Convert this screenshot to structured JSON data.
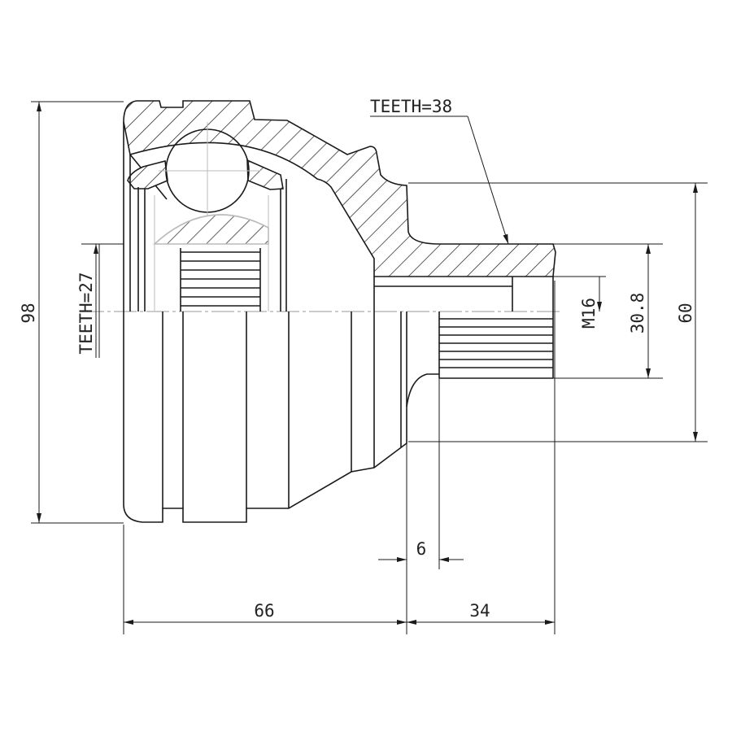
{
  "drawing": {
    "labels": {
      "teeth_outer": "TEETH=38",
      "teeth_inner": "TEETH=27",
      "thread": "M16"
    },
    "dimensions": {
      "overall_diameter": "98",
      "shaft_seat_diameter": "60",
      "spline_diameter": "30.8",
      "shoulder_width": "6",
      "body_length": "66",
      "shaft_length": "34"
    }
  }
}
